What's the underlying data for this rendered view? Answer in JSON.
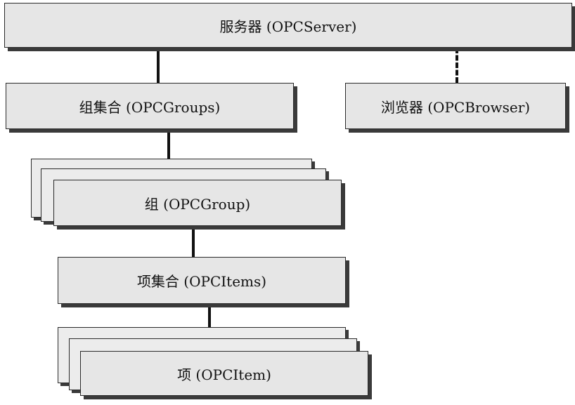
{
  "diagram": {
    "server": {
      "label": "服务器 (OPCServer)"
    },
    "groups": {
      "label": "组集合 (OPCGroups)"
    },
    "browser": {
      "label": "浏览器 (OPCBrowser)"
    },
    "group": {
      "label": "组 (OPCGroup)"
    },
    "items": {
      "label": "项集合 (OPCItems)"
    },
    "item": {
      "label": "项 (OPCItem)"
    }
  }
}
